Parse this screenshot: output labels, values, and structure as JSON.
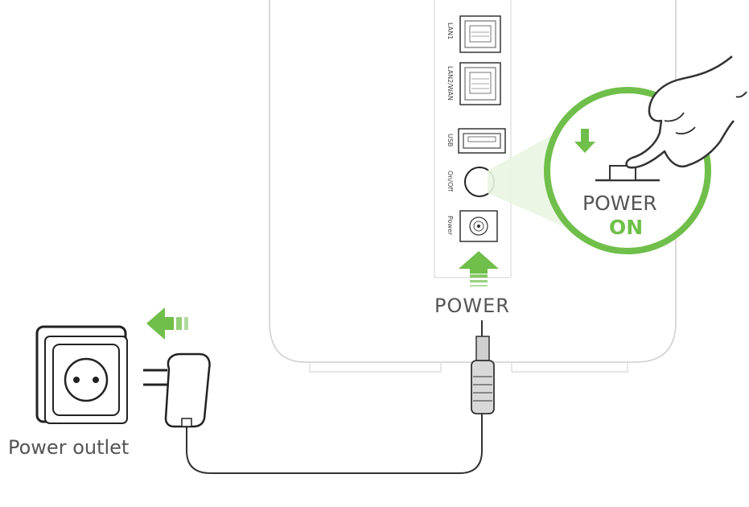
{
  "ports": {
    "lan1": "LAN1",
    "lan2wan": "LAN2/WAN",
    "usb": "USB",
    "onoff": "On/Off",
    "power": "Power"
  },
  "labels": {
    "power_arrow": "POWER",
    "power_on_line1": "POWER",
    "power_on_line2": "ON",
    "outlet": "Power outlet"
  },
  "colors": {
    "accent_green": "#6fbf4a",
    "line": "#333333"
  },
  "icons": {
    "hand": "hand-press-icon",
    "outlet": "power-outlet-icon",
    "adapter": "power-adapter-icon",
    "plug": "dc-plug-icon"
  }
}
